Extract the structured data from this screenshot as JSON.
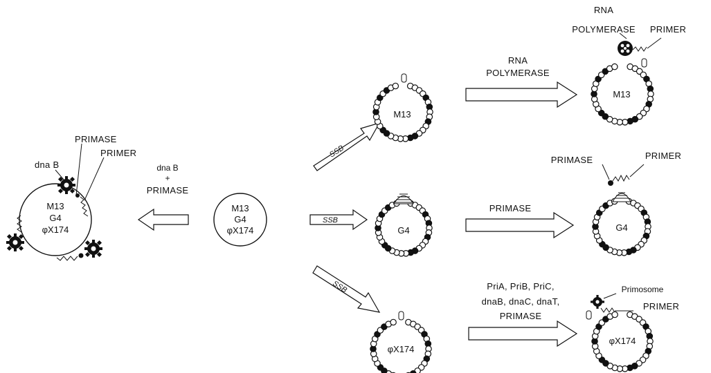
{
  "labels": {
    "center": [
      "M13",
      "G4",
      "φX174"
    ],
    "left_circle": [
      "M13",
      "G4",
      "φX174"
    ],
    "dnab": "dna B",
    "primase_top": "PRIMASE",
    "primer_top": "PRIMER",
    "left_arrow": [
      "dna B",
      "+",
      "PRIMASE"
    ],
    "ssb": "SSB",
    "m13": "M13",
    "g4": "G4",
    "phix": "φX174",
    "rnap_arrow": [
      "RNA",
      "POLYMERASE"
    ],
    "primase_arrow": "PRIMASE",
    "phix_arrow": [
      "PriA, PriB, PriC,",
      "dnaB, dnaC, dnaT,",
      "PRIMASE"
    ],
    "m13_result": [
      "RNA",
      "POLYMERASE",
      "PRIMER"
    ],
    "g4_result": [
      "PRIMASE",
      "PRIMER"
    ],
    "phix_result": [
      "Primosome",
      "PRIMER"
    ]
  },
  "colors": {
    "ink": "#111111",
    "paper": "#ffffff"
  }
}
